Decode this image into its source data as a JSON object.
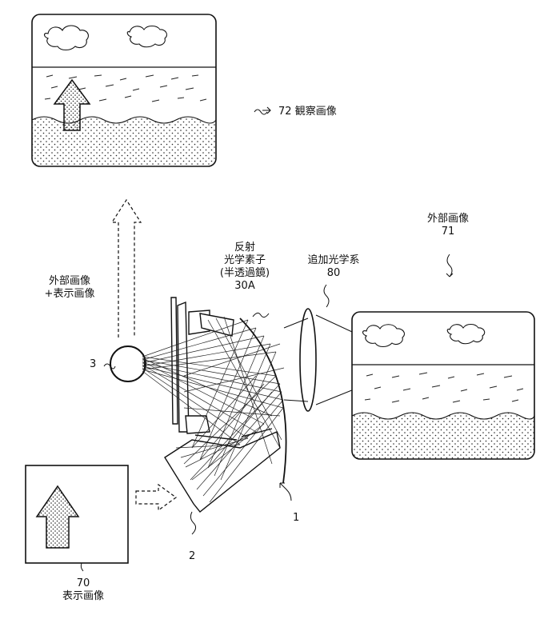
{
  "observed_image": {
    "number": "72",
    "label": "観察画像"
  },
  "external_image": {
    "label": "外部画像",
    "number": "71"
  },
  "additional_optics": {
    "label": "追加光学系",
    "number": "80"
  },
  "reflective_element": {
    "line1": "反射",
    "line2": "光学素子",
    "line3": "(半透過鏡)",
    "number": "30A"
  },
  "combined_image": {
    "line1": "外部画像",
    "line2": "+表示画像"
  },
  "eye": {
    "number": "3"
  },
  "display_image": {
    "number": "70",
    "label": "表示画像"
  },
  "display_element": {
    "number": "2"
  },
  "optical_system": {
    "number": "1"
  }
}
